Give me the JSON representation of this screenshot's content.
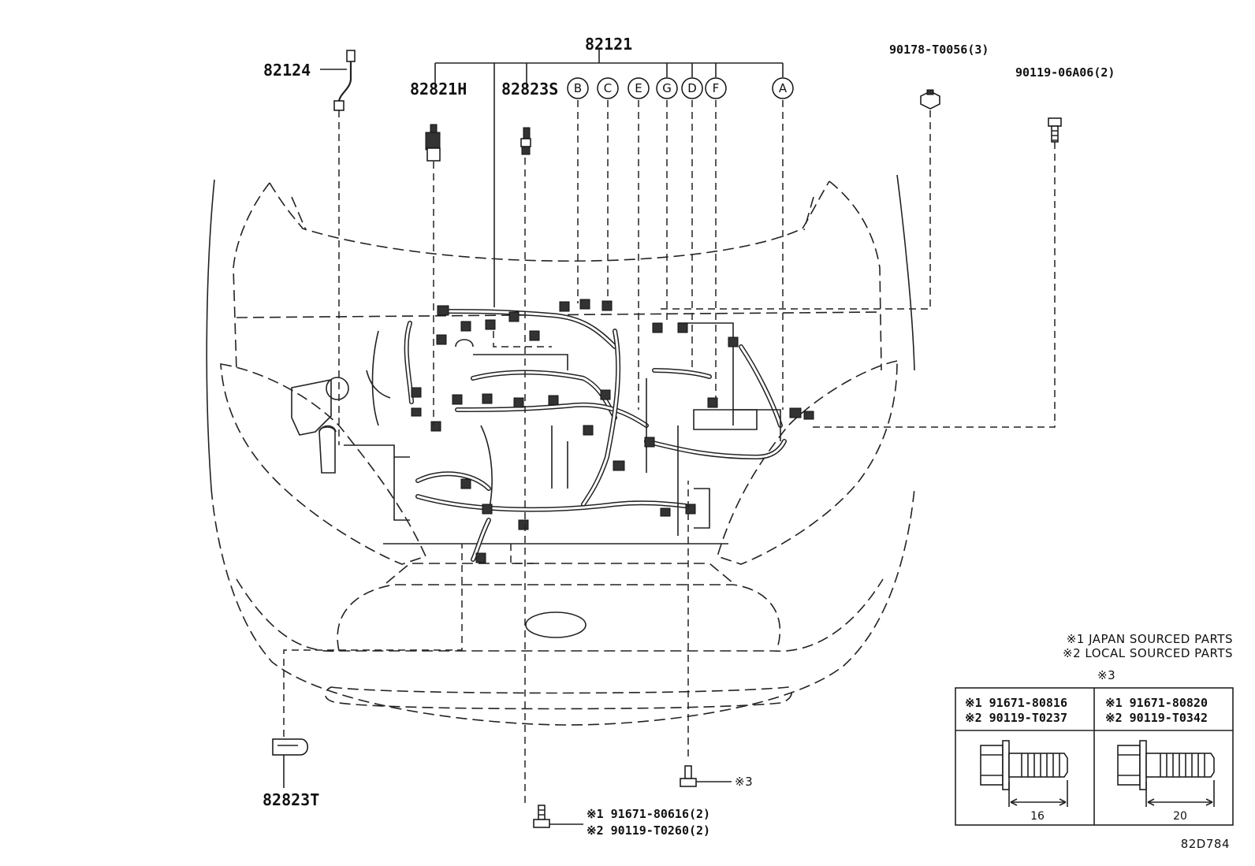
{
  "labels": {
    "harness_main": "82121",
    "p82124": "82124",
    "p82821H": "82821H",
    "p82823S": "82823S",
    "p82823T": "82823T",
    "bolt_top_center": "90178-T0056(3)",
    "bolt_top_right": "90119-06A06(2)",
    "bolt_bottom_line1": "※1 91671-80616(2)",
    "bolt_bottom_line2": "※2 90119-T0260(2)",
    "note3_callout": "※3",
    "figure_code": "82D784"
  },
  "branches": [
    "B",
    "C",
    "E",
    "G",
    "D",
    "F",
    "A"
  ],
  "legend": {
    "line1": "※1 JAPAN SOURCED PARTS",
    "line2": "※2 LOCAL SOURCED PARTS"
  },
  "table": {
    "title": "※3",
    "col1_line1": "※1 91671-80816",
    "col1_line2": "※2 90119-T0237",
    "col1_dim": "16",
    "col2_line1": "※1 91671-80820",
    "col2_line2": "※2 90119-T0342",
    "col2_dim": "20"
  }
}
